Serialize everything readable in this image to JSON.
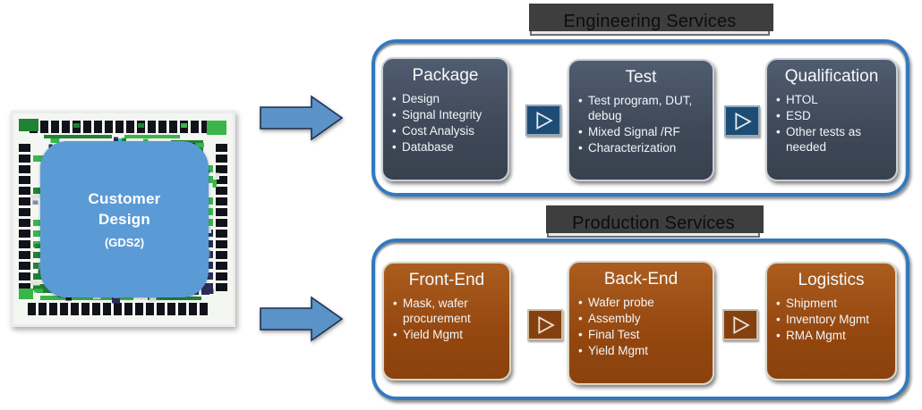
{
  "chip": {
    "label_line1": "Customer",
    "label_line2": "Design",
    "format_label": "(GDS2)",
    "overlay_color": "#5b9bd5"
  },
  "flow": {
    "arrow_color": "#5b93c9",
    "frame_border_color": "#3279be"
  },
  "engineering": {
    "banner": "Engineering Services",
    "box_color": "#44546a",
    "connector_color": "#1d4d74",
    "boxes": [
      {
        "title": "Package",
        "bullets": [
          "Design",
          "Signal Integrity",
          "Cost Analysis",
          "Database"
        ]
      },
      {
        "title": "Test",
        "bullets": [
          "Test program, DUT, debug",
          "Mixed Signal /RF",
          "Characterization"
        ]
      },
      {
        "title": "Qualification",
        "bullets": [
          "HTOL",
          "ESD",
          "Other tests as needed"
        ]
      }
    ]
  },
  "production": {
    "banner": "Production Services",
    "box_color": "#8c4613",
    "connector_color": "#84410f",
    "boxes": [
      {
        "title": "Front-End",
        "bullets": [
          "Mask, wafer procurement",
          "Yield Mgmt"
        ]
      },
      {
        "title": "Back-End",
        "bullets": [
          "Wafer probe",
          "Assembly",
          "Final Test",
          "Yield Mgmt"
        ]
      },
      {
        "title": "Logistics",
        "bullets": [
          "Shipment",
          "Inventory Mgmt",
          "RMA Mgmt"
        ]
      }
    ]
  }
}
